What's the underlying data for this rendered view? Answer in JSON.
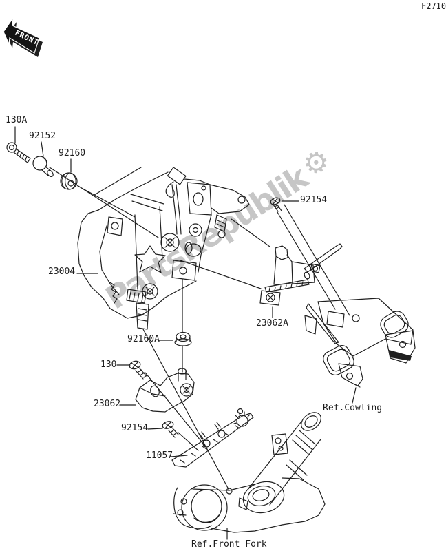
{
  "page": {
    "doc_code": "F2710",
    "background_color": "#ffffff",
    "ink_color": "#1f1f1f"
  },
  "front_arrow": {
    "label": "FRONT"
  },
  "watermark": {
    "text": "PartsRepublik",
    "gear_icon": "⚙",
    "color": "#c6c6c6"
  },
  "labels": [
    {
      "id": "doc-code",
      "text": "F2710"
    },
    {
      "id": "part-130a",
      "text": "130A"
    },
    {
      "id": "part-92152",
      "text": "92152"
    },
    {
      "id": "part-92160",
      "text": "92160"
    },
    {
      "id": "part-23004",
      "text": "23004"
    },
    {
      "id": "part-92154-top",
      "text": "92154"
    },
    {
      "id": "part-23062a",
      "text": "23062A"
    },
    {
      "id": "part-92160a",
      "text": "92160A"
    },
    {
      "id": "part-130",
      "text": "130"
    },
    {
      "id": "part-23062",
      "text": "23062"
    },
    {
      "id": "part-92154-bot",
      "text": "92154"
    },
    {
      "id": "part-11057",
      "text": "11057"
    },
    {
      "id": "ref-cowling",
      "text": "Ref.Cowling"
    },
    {
      "id": "ref-front-fork",
      "text": "Ref.Front Fork"
    }
  ]
}
